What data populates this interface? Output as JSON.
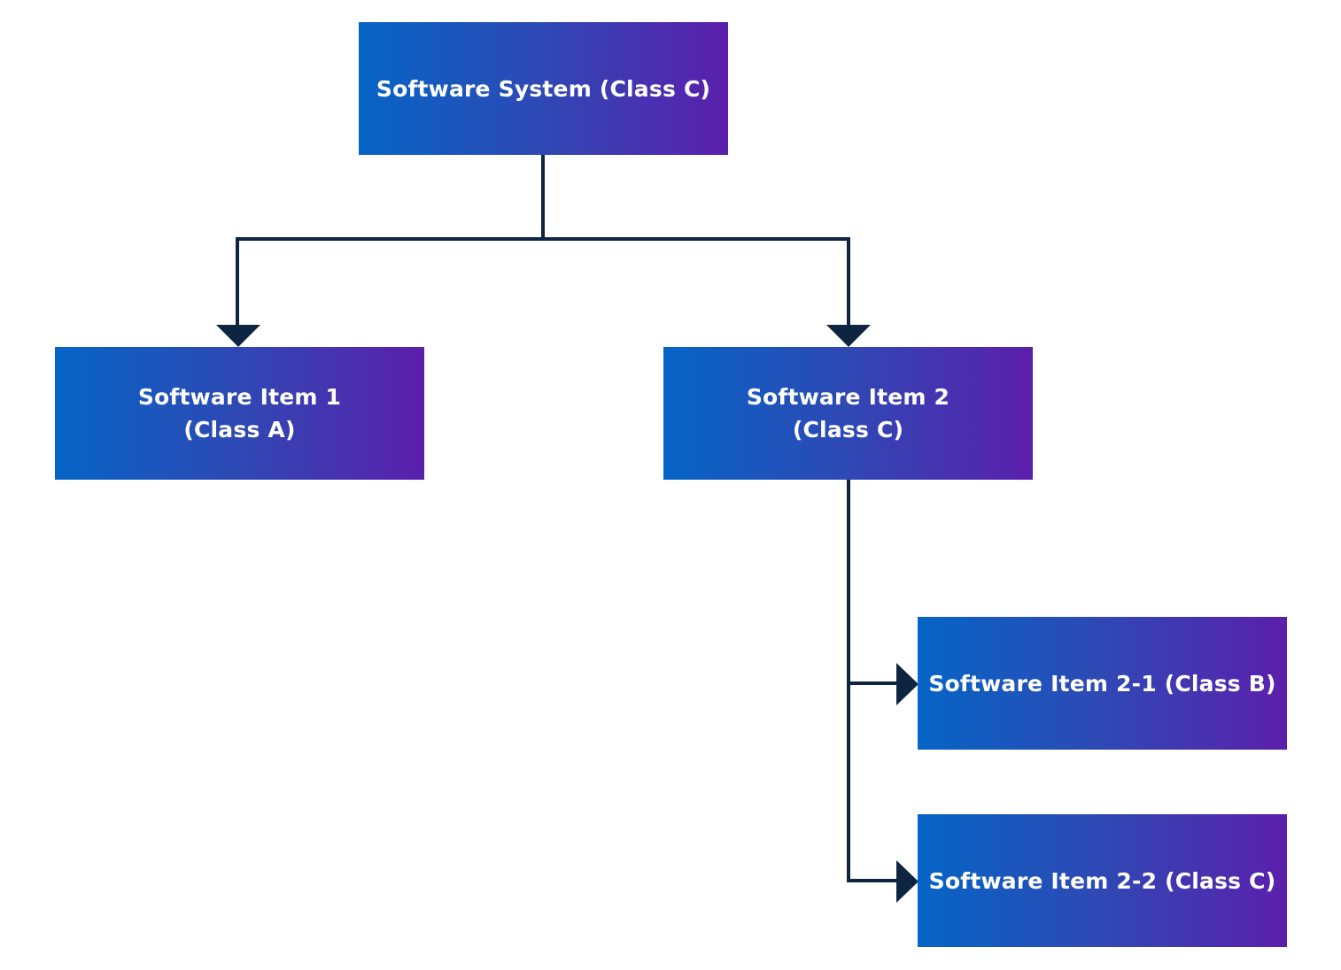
{
  "nodes": {
    "root": {
      "lines": [
        "Software System (Class C)"
      ]
    },
    "item1": {
      "lines": [
        "Software Item 1",
        "(Class A)"
      ]
    },
    "item2": {
      "lines": [
        "Software Item 2",
        "(Class C)"
      ]
    },
    "item2_1": {
      "lines": [
        "Software Item 2-1 (Class B)"
      ]
    },
    "item2_2": {
      "lines": [
        "Software Item 2-2 (Class C)"
      ]
    }
  },
  "edges": [
    {
      "from": "root",
      "to": "item1"
    },
    {
      "from": "root",
      "to": "item2"
    },
    {
      "from": "item2",
      "to": "item2_1"
    },
    {
      "from": "item2",
      "to": "item2_2"
    }
  ],
  "colors": {
    "connector": "#0e2541",
    "box_gradient_start": "#0565c6",
    "box_gradient_end": "#5b1fac",
    "text": "#ffffff",
    "background": "#ffffff"
  }
}
